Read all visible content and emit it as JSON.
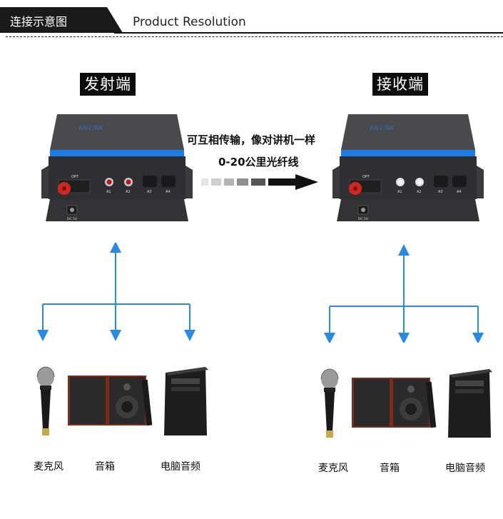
{
  "header": {
    "section_cn": "连接示意图",
    "section_en": "Product Resolution"
  },
  "transmitter": {
    "label": "发射端"
  },
  "receiver": {
    "label": "接收端"
  },
  "middle": {
    "line1": "可互相传输，像对讲机一样",
    "line2": "0-20公里光纤线"
  },
  "device_panel": {
    "brand": "KK-LINK",
    "port_opt": "OPT",
    "port_a1": "A1",
    "port_a2": "A2",
    "port_a3": "A3",
    "port_a4": "A4",
    "port_dc": "DC 5V"
  },
  "left_devices": [
    "麦克风",
    "音箱",
    "电脑音频"
  ],
  "right_devices": [
    "麦克风",
    "音箱",
    "电脑音频"
  ],
  "colors": {
    "arrow_blue": "#2a8ae0",
    "stripe_blue": "#1c7de6",
    "box_dark": "#3b3b3d"
  }
}
